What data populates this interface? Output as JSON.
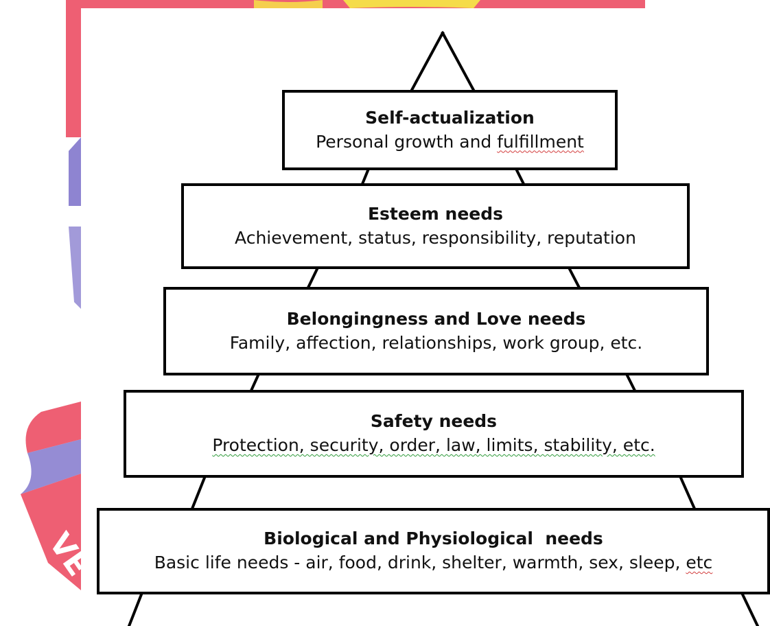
{
  "colors": {
    "watermark_red": "#ee5f73",
    "watermark_yellow": "#f5dc4a",
    "watermark_purple": "#7a6fc9",
    "box_border": "#000000",
    "spell_green": "#2e9b3a",
    "spell_red": "#d23b3b"
  },
  "pyramid": {
    "levels": [
      {
        "title": "Self-actualization",
        "description": "Personal growth and fulfillment",
        "flagged_word": "fulfillment"
      },
      {
        "title": "Esteem needs",
        "description": "Achievement, status, responsibility, reputation"
      },
      {
        "title": "Belongingness and Love needs",
        "description": "Family, affection, relationships, work group, etc."
      },
      {
        "title": "Safety needs",
        "description": "Protection, security, order, law, limits, stability, etc."
      },
      {
        "title": "Biological and Physiological  needs",
        "description_main": "Basic life needs - air, food, drink, shelter, warmth, sex, sleep, ",
        "flagged_word": "etc"
      }
    ]
  },
  "watermark": {
    "partial_text": "VE"
  }
}
